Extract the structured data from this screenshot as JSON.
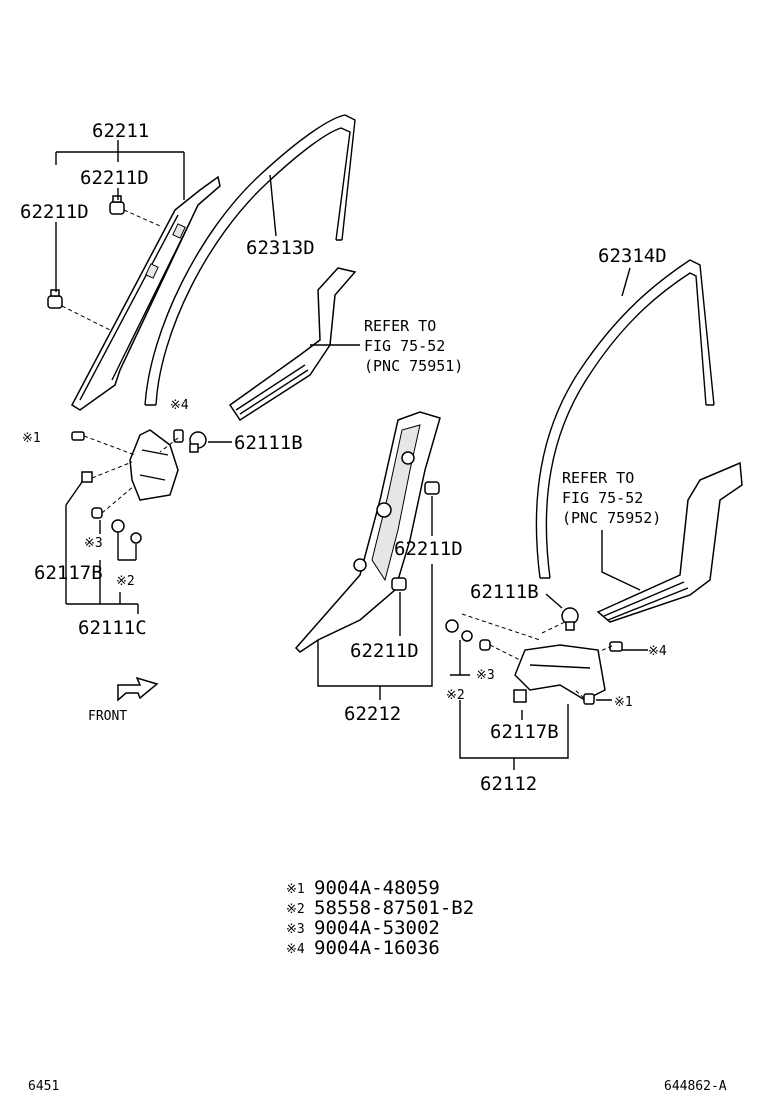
{
  "labels": {
    "p62211": "62211",
    "p62211D_a": "62211D",
    "p62211D_b": "62211D",
    "p62313D": "62313D",
    "p62314D": "62314D",
    "p62111B_a": "62111B",
    "p62111B_b": "62111B",
    "p62117B_a": "62117B",
    "p62117B_b": "62117B",
    "p62111C": "62111C",
    "p62211D_c": "62211D",
    "p62211D_d": "62211D",
    "p62212": "62212",
    "p62112": "62112",
    "front": "FRONT"
  },
  "refer_left": [
    "REFER TO",
    "FIG 75-52",
    "(PNC 75951)"
  ],
  "refer_right": [
    "REFER TO",
    "FIG 75-52",
    "(PNC 75952)"
  ],
  "marks": {
    "m1": "※1",
    "m2": "※2",
    "m3": "※3",
    "m4": "※4"
  },
  "legend": [
    {
      "mark": "※1",
      "part": "9004A-48059"
    },
    {
      "mark": "※2",
      "part": "58558-87501-B2"
    },
    {
      "mark": "※3",
      "part": "9004A-53002"
    },
    {
      "mark": "※4",
      "part": "9004A-16036"
    }
  ],
  "footer": {
    "left": "6451",
    "right": "644862-A"
  }
}
